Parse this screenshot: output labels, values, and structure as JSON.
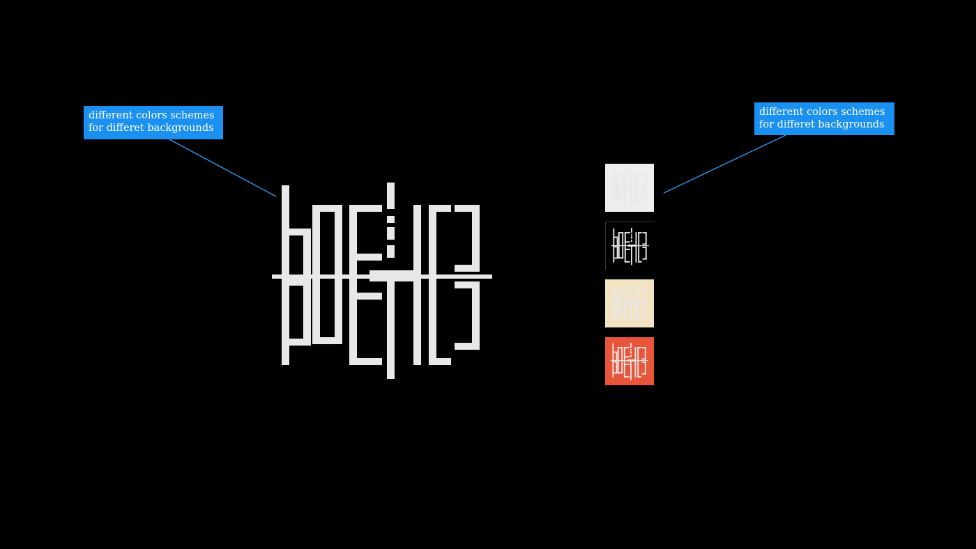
{
  "callouts": {
    "left": {
      "line1": "different colors schemes",
      "line2": "for differet backgrounds"
    },
    "right": {
      "line1": "different colors schemes",
      "line2": "for differet backgrounds"
    }
  },
  "colors": {
    "page_background": "#000000",
    "callout_fill": "#1a90f0",
    "callout_text": "#ffffff",
    "leader_line": "#2a9af5",
    "logo_main": "#e8e8e8"
  },
  "logo": {
    "icon": "poetics-mirrored-wordmark",
    "lettering": "POETICS"
  },
  "color_schemes": [
    {
      "background": "#eeeeee",
      "foreground": "#111111"
    },
    {
      "background": "#000000",
      "foreground": "#eeeeee"
    },
    {
      "background": "#f2e3c3",
      "foreground": "#e8553a"
    },
    {
      "background": "#e8553a",
      "foreground": "#f4efe6"
    }
  ]
}
